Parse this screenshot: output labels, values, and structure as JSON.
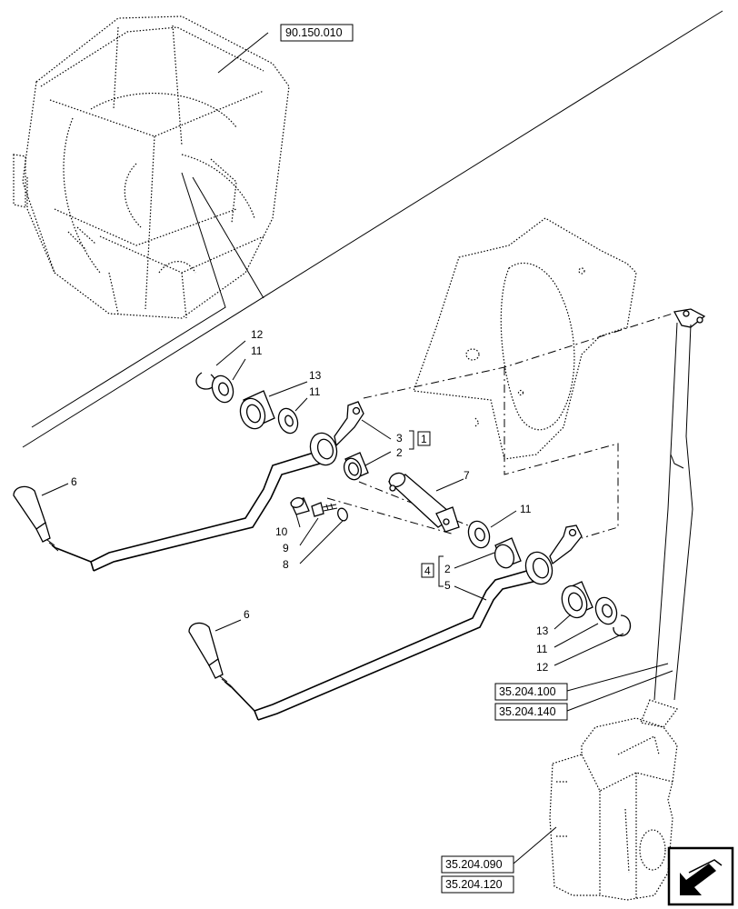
{
  "references": {
    "cab": "90.150.010",
    "linkage_a": "35.204.100",
    "linkage_b": "35.204.140",
    "valve_a": "35.204.090",
    "valve_b": "35.204.120"
  },
  "callouts": {
    "c12_top": "12",
    "c11_top": "11",
    "c13_top": "13",
    "c11_top2": "11",
    "c3": "3",
    "c2_top": "2",
    "box1": "1",
    "c6_top": "6",
    "c7": "7",
    "c10": "10",
    "c9": "9",
    "c8": "8",
    "c11_mid": "11",
    "box4": "4",
    "c2_bot": "2",
    "c5": "5",
    "c6_bot": "6",
    "c13_bot": "13",
    "c11_bot": "11",
    "c12_bot": "12"
  },
  "icons": {
    "nav": "next-page-arrow-icon"
  }
}
